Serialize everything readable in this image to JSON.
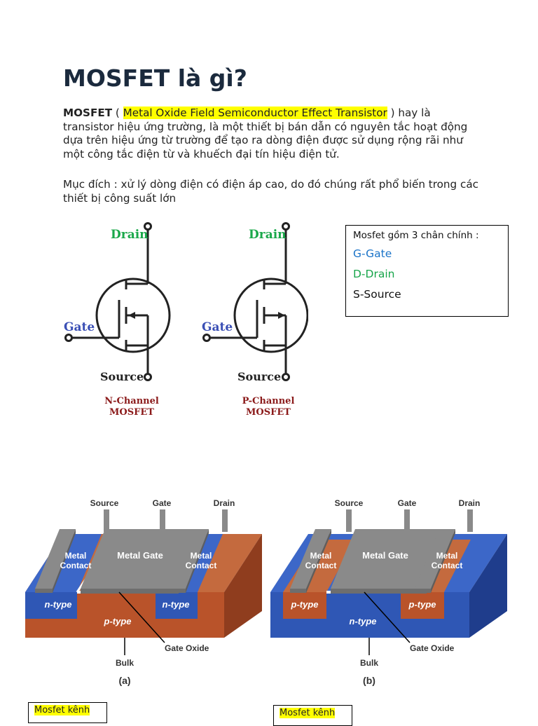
{
  "heading": "MOSFET là gì?",
  "intro": {
    "term": "MOSFET",
    "open_paren": " ( ",
    "full_name": "Metal Oxide Field Semiconductor Effect Transistor",
    "rest": " ) hay là transistor hiệu ứng trường, là một thiết bị bán dẫn có nguyên tắc hoạt động dựa trên hiệu ứng từ trường để tạo ra dòng điện được sử dụng rộng rãi như một công tắc điện từ và khuếch đại tín hiệu điện tử."
  },
  "purpose": "Mục đích : xử lý dòng điện có điện áp cao, do đó chúng rất phổ biến trong các thiết bị công suất lớn",
  "symbols": {
    "n_channel": {
      "drain": "Drain",
      "gate": "Gate",
      "source": "Source",
      "caption_1": "N-Channel",
      "caption_2": "MOSFET"
    },
    "p_channel": {
      "drain": "Drain",
      "gate": "Gate",
      "source": "Source",
      "caption_1": "P-Channel",
      "caption_2": "MOSFET"
    }
  },
  "pins": {
    "header": "Mosfet gồm 3 chân chính :",
    "gate": "G-Gate",
    "drain": "D-Drain",
    "source": "S-Source"
  },
  "cross_sections": {
    "a": {
      "source": "Source",
      "gate": "Gate",
      "drain": "Drain",
      "metal_gate": "Metal Gate",
      "contact_1": "Metal",
      "contact_2": "Contact",
      "well": "n-type",
      "substrate": "p-type",
      "oxide": "Gate Oxide",
      "bulk": "Bulk",
      "label": "(a)"
    },
    "b": {
      "source": "Source",
      "gate": "Gate",
      "drain": "Drain",
      "metal_gate": "Metal Gate",
      "contact_1": "Metal",
      "contact_2": "Contact",
      "well": "p-type",
      "substrate": "n-type",
      "oxide": "Gate Oxide",
      "bulk": "Bulk",
      "label": "(b)"
    }
  },
  "bottom_boxes": {
    "left": "Mosfet kênh",
    "right": "Mosfet kênh"
  },
  "colors": {
    "drain_label": "#1aa84a",
    "gate_label": "#3a4fb5",
    "caption": "#8b1a1a",
    "pin_gate": "#1a73c8",
    "pin_drain": "#17a54a",
    "orange": "#b9532a",
    "blue": "#2f57b5",
    "gray": "#8a8a8a"
  }
}
